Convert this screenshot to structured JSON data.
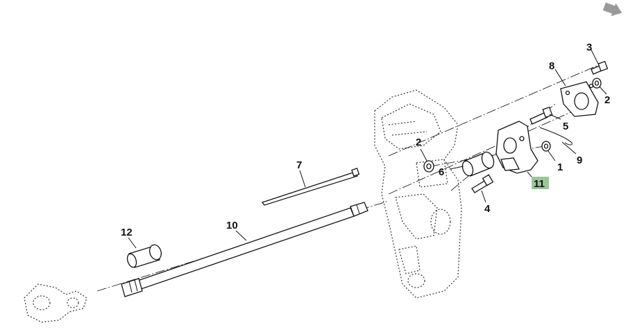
{
  "nav": {
    "next_icon": "arrow-right-icon",
    "color": "#9a9a9a"
  },
  "highlight_color": "#9cc59a",
  "callouts": {
    "c1": "1",
    "c2a": "2",
    "c2b": "2",
    "c3": "3",
    "c4": "4",
    "c5": "5",
    "c6": "6",
    "c7": "7",
    "c8": "8",
    "c9": "9",
    "c10": "10",
    "c11": "11",
    "c12": "12"
  }
}
